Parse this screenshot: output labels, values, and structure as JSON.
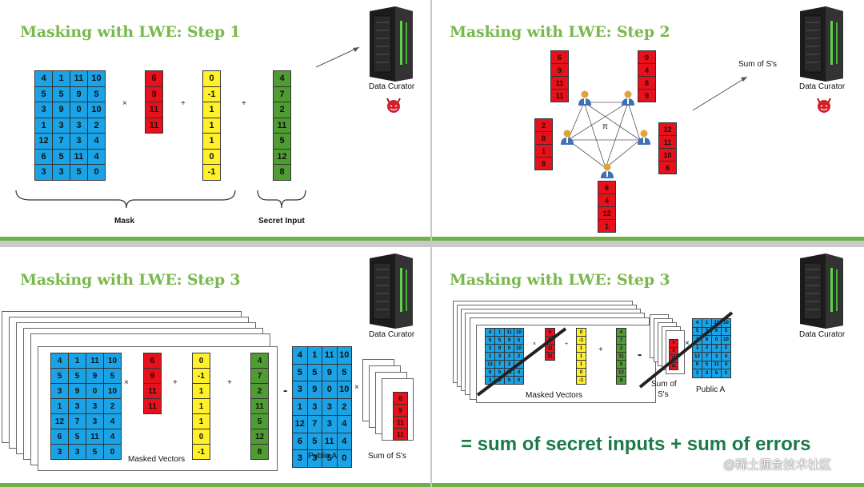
{
  "panels": [
    {
      "title": "Masking with LWE: Step 1",
      "server_label": "Data Curator",
      "mask_label": "Mask",
      "secret_label": "Secret Input"
    },
    {
      "title": "Masking with LWE: Step 2",
      "server_label": "Data Curator",
      "sum_label": "Sum of S's",
      "pi_label": "π"
    },
    {
      "title": "Masking with LWE: Step 3",
      "server_label": "Data Curator",
      "masked_label": "Masked Vectors",
      "public_label": "Public A",
      "sum_label": "Sum of S's"
    },
    {
      "title": "Masking with LWE: Step 3",
      "server_label": "Data Curator",
      "masked_label": "Masked Vectors",
      "public_label": "Public A",
      "sum_label_1": "Sum of",
      "sum_label_2": "S's",
      "result": "= sum of secret inputs + sum of errors"
    }
  ],
  "matrix_A": [
    [
      4,
      1,
      11,
      10
    ],
    [
      5,
      5,
      9,
      5
    ],
    [
      3,
      9,
      0,
      10
    ],
    [
      1,
      3,
      3,
      2
    ],
    [
      12,
      7,
      3,
      4
    ],
    [
      6,
      5,
      11,
      4
    ],
    [
      3,
      3,
      5,
      0
    ]
  ],
  "secret_s": [
    6,
    9,
    11,
    11
  ],
  "error_e": [
    0,
    -1,
    1,
    1,
    1,
    0,
    -1
  ],
  "masked_b": [
    4,
    7,
    2,
    11,
    5,
    12,
    8
  ],
  "party_vectors": {
    "top_left": [
      6,
      9,
      11,
      11
    ],
    "top_right": [
      0,
      4,
      8,
      9
    ],
    "left": [
      2,
      8,
      1,
      8
    ],
    "right": [
      12,
      11,
      10,
      6
    ],
    "bottom": [
      6,
      4,
      12,
      1
    ]
  },
  "operators": {
    "times": "×",
    "plus": "+",
    "minus": "-"
  },
  "watermark": "@稀土掘金技术社区",
  "colors": {
    "title": "#79b84c",
    "blue": "#1aa3e6",
    "red": "#e8101a",
    "yellow": "#fff02a",
    "green": "#4f9c33",
    "result": "#1a7a48"
  }
}
